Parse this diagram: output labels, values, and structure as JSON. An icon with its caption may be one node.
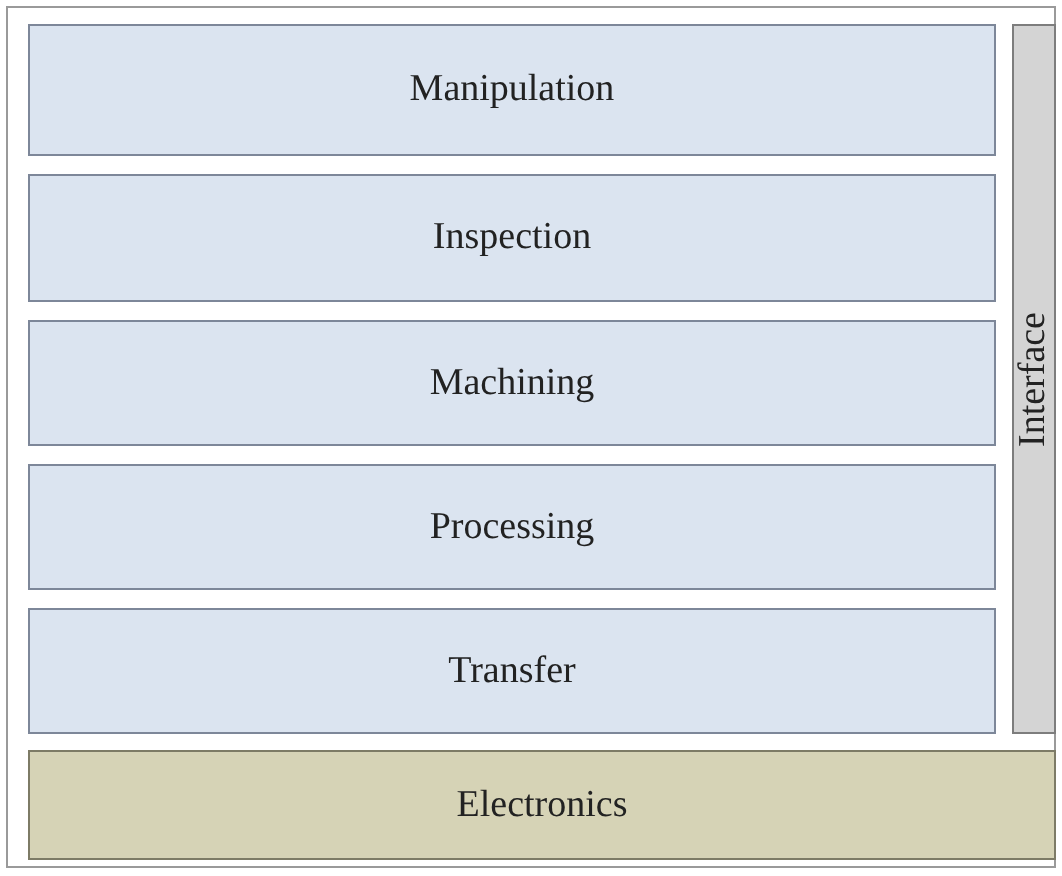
{
  "diagram": {
    "nodes": [
      {
        "text": [],
        "shape": "box"
      },
      {
        "text": [
          "Manipulation"
        ],
        "in": 0
      },
      {
        "text": [
          "Inspection"
        ],
        "in": 0
      },
      {
        "text": [
          "Machining"
        ],
        "in": 0
      },
      {
        "text": [
          "Processing"
        ],
        "in": 0
      },
      {
        "text": [
          "Transfer"
        ],
        "in": 0
      },
      {
        "text": [
          "Interface"
        ],
        "in": 0
      },
      {
        "text": [
          "Electronics"
        ],
        "in": 0
      }
    ]
  }
}
